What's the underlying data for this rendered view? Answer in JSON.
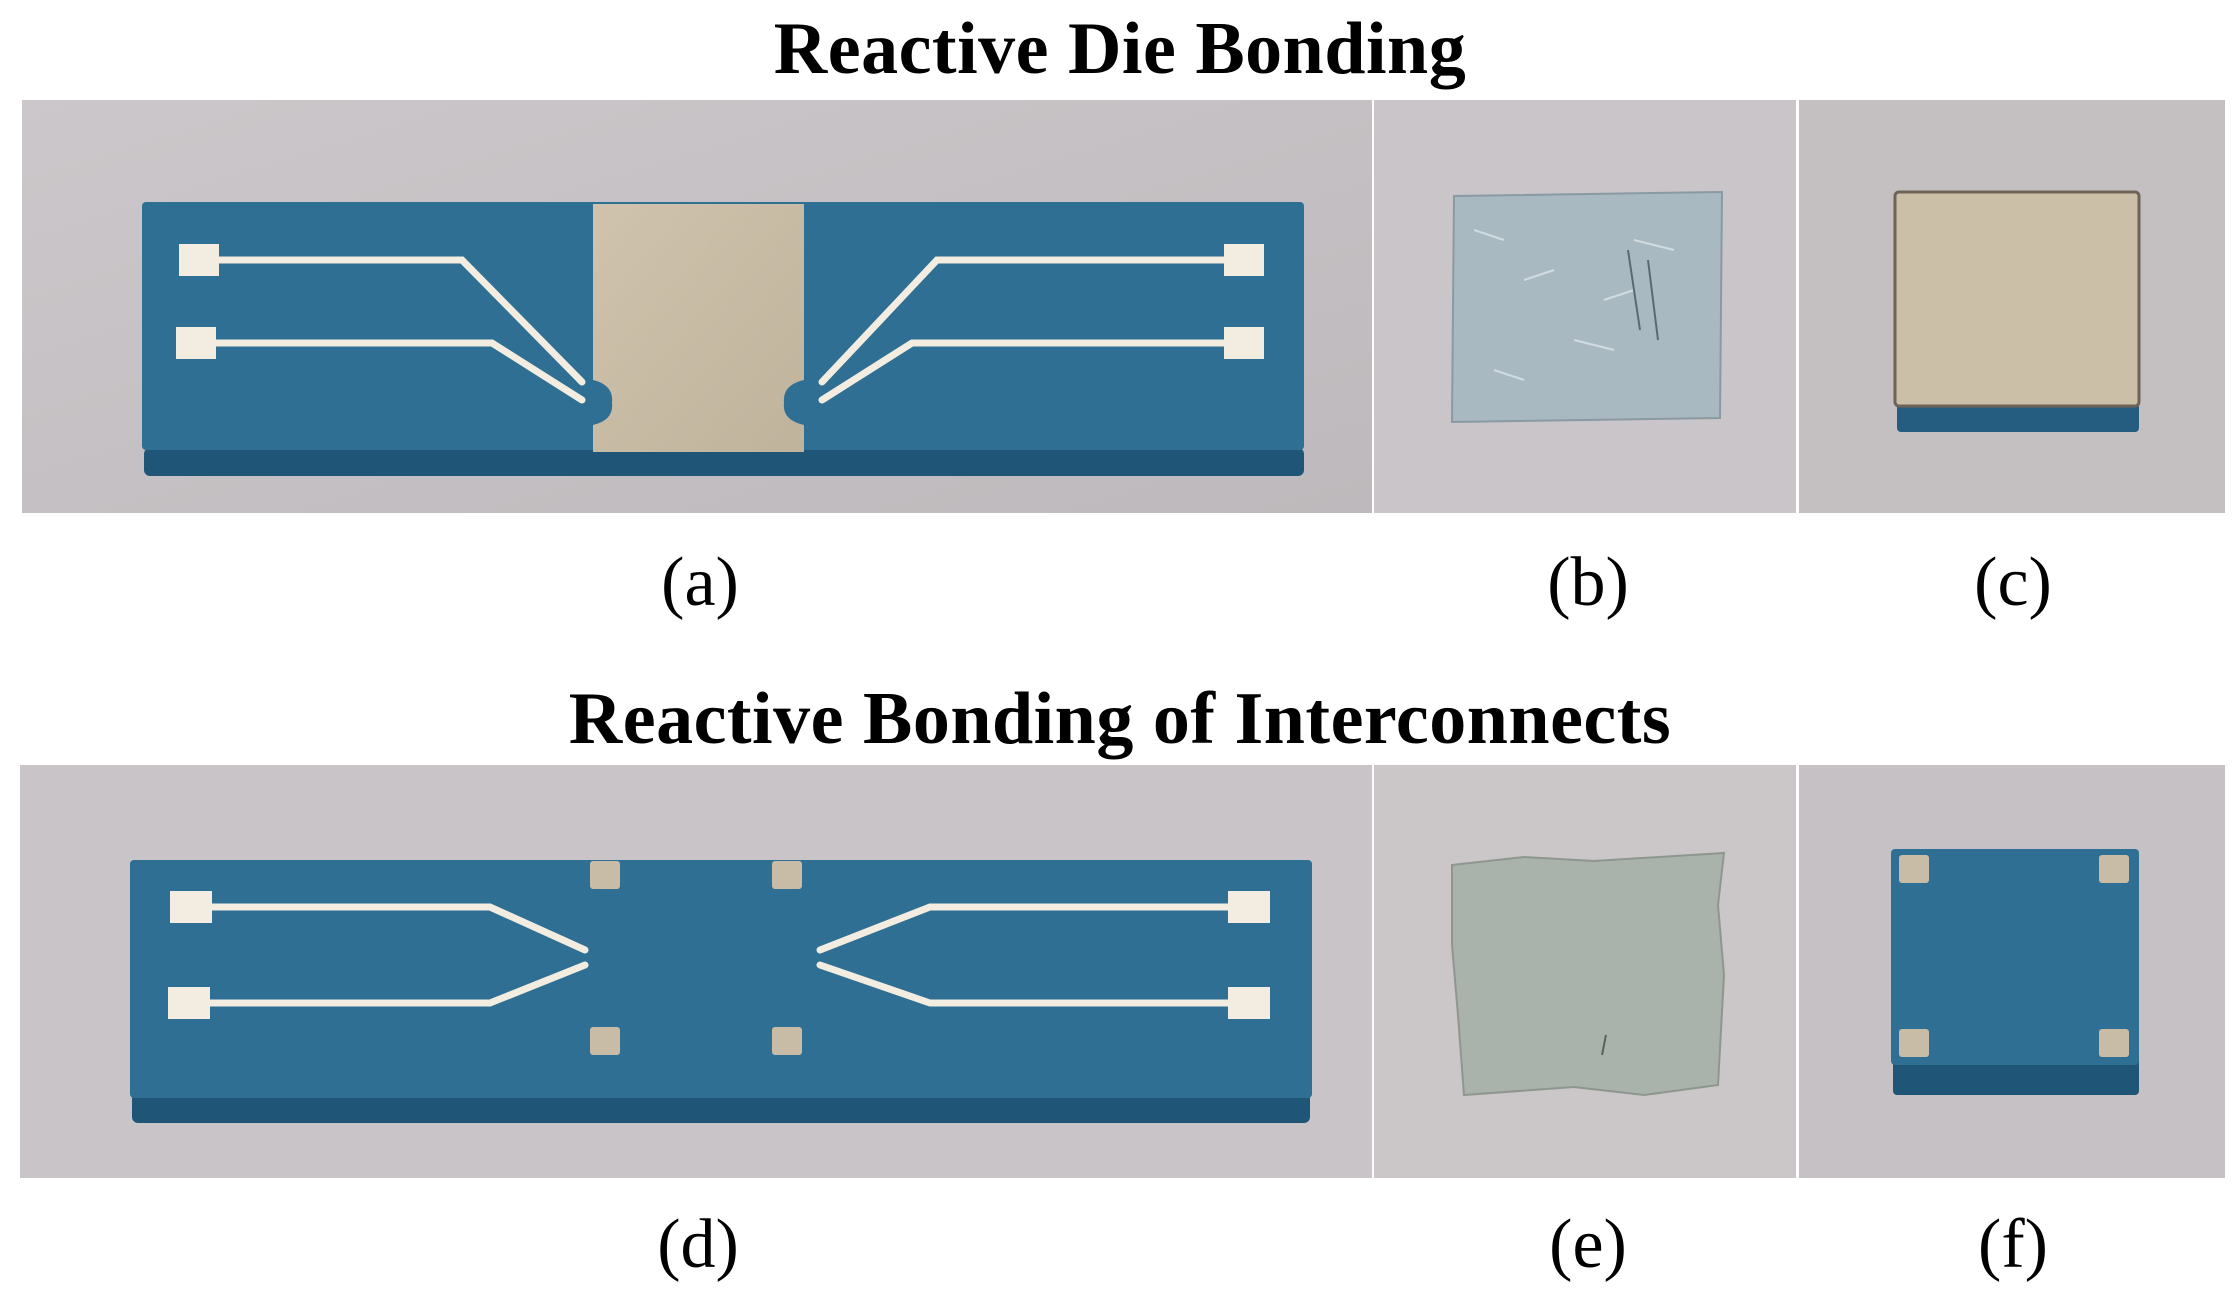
{
  "sections": [
    {
      "title": "Reactive Die Bonding",
      "panels": [
        {
          "label": "(a)"
        },
        {
          "label": "(b)"
        },
        {
          "label": "(c)"
        }
      ]
    },
    {
      "title": "Reactive Bonding of Interconnects",
      "panels": [
        {
          "label": "(d)"
        },
        {
          "label": "(e)"
        },
        {
          "label": "(f)"
        }
      ]
    }
  ],
  "colors": {
    "background": "#c7c3c6",
    "substrate_top": "#2f6f93",
    "substrate_side": "#245d80",
    "metallization": "#f2ede0",
    "bond_pad": "#c9bca6",
    "reactive_foil_b": "#a9b9c2",
    "reactive_foil_e": "#aab3ab"
  },
  "icons": [
    "sensor-chip",
    "reactive-foil",
    "die"
  ]
}
